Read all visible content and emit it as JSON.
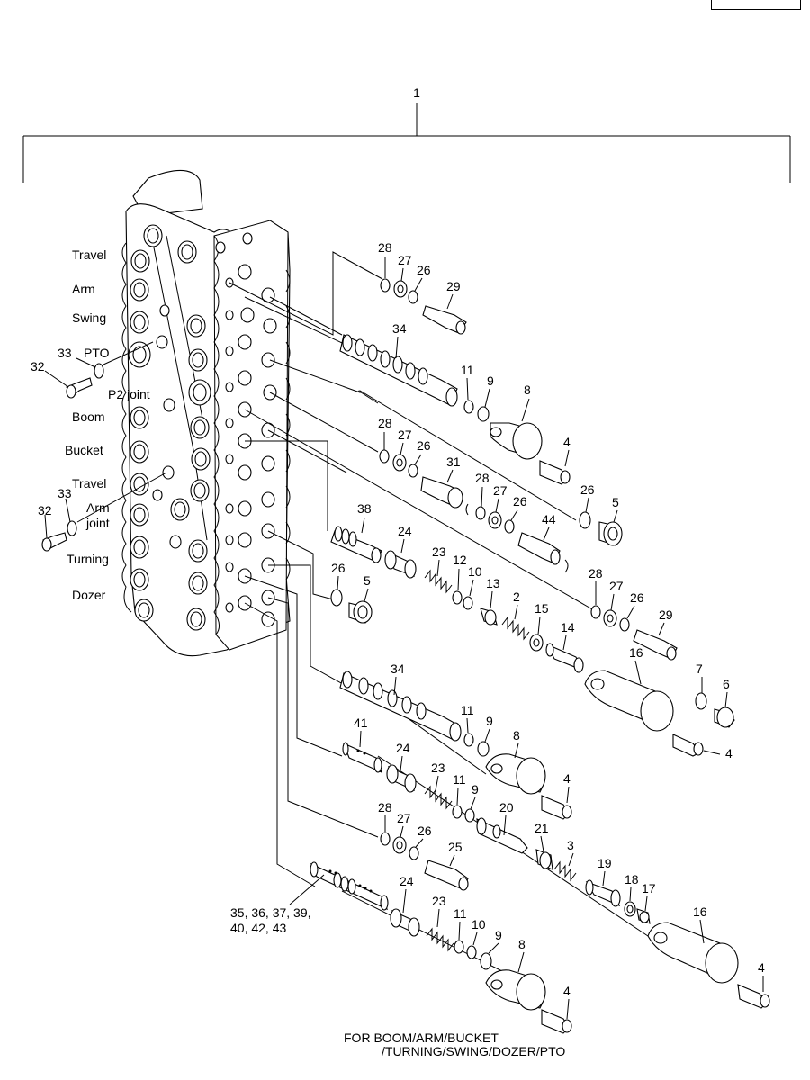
{
  "assembly_label": "1",
  "section_labels": {
    "travel_top": "Travel",
    "arm_top": "Arm",
    "swing": "Swing",
    "pto": "PTO",
    "p2_joint": "P2 joint",
    "boom": "Boom",
    "bucket": "Bucket",
    "travel_bottom": "Travel",
    "arm_joint": "Arm\njoint",
    "turning": "Turning",
    "dozer": "Dozer"
  },
  "part_numbers": {
    "p28a": "28",
    "p27a": "27",
    "p26a": "26",
    "p29a": "29",
    "p34a": "34",
    "p11a": "11",
    "p9a": "9",
    "p8a": "8",
    "p4a": "4",
    "p28b": "28",
    "p27b": "27",
    "p26b": "26",
    "p31": "31",
    "p28c": "28",
    "p27c": "27",
    "p26c": "26",
    "p44": "44",
    "p26d": "26",
    "p5a": "5",
    "p38": "38",
    "p24a": "24",
    "p23a": "23",
    "p12": "12",
    "p10a": "10",
    "p13": "13",
    "p2": "2",
    "p15": "15",
    "p14": "14",
    "p26e": "26",
    "p5b": "5",
    "p28d": "28",
    "p27d": "27",
    "p26f": "26",
    "p29b": "29",
    "p16a": "16",
    "p7": "7",
    "p6": "6",
    "p4b": "4",
    "p34b": "34",
    "p11b": "11",
    "p9b": "9",
    "p8b": "8",
    "p4c": "4",
    "p41": "41",
    "p24b": "24",
    "p23b": "23",
    "p11c": "11",
    "p9c": "9",
    "p20": "20",
    "p21": "21",
    "p3": "3",
    "p19": "19",
    "p18": "18",
    "p17": "17",
    "p16b": "16",
    "p4d": "4",
    "p28e": "28",
    "p27e": "27",
    "p26g": "26",
    "p25": "25",
    "p24c": "24",
    "p23c": "23",
    "p11d": "11",
    "p10b": "10",
    "p9d": "9",
    "p8c": "8",
    "p4e": "4",
    "p32a": "32",
    "p33a": "33",
    "p32b": "32",
    "p33b": "33",
    "p35_43_line1": "35, 36, 37, 39,",
    "p35_43_line2": "40, 42, 43"
  },
  "footer": {
    "line1": "FOR BOOM/ARM/BUCKET",
    "line2": "/TURNING/SWING/DOZER/PTO"
  }
}
